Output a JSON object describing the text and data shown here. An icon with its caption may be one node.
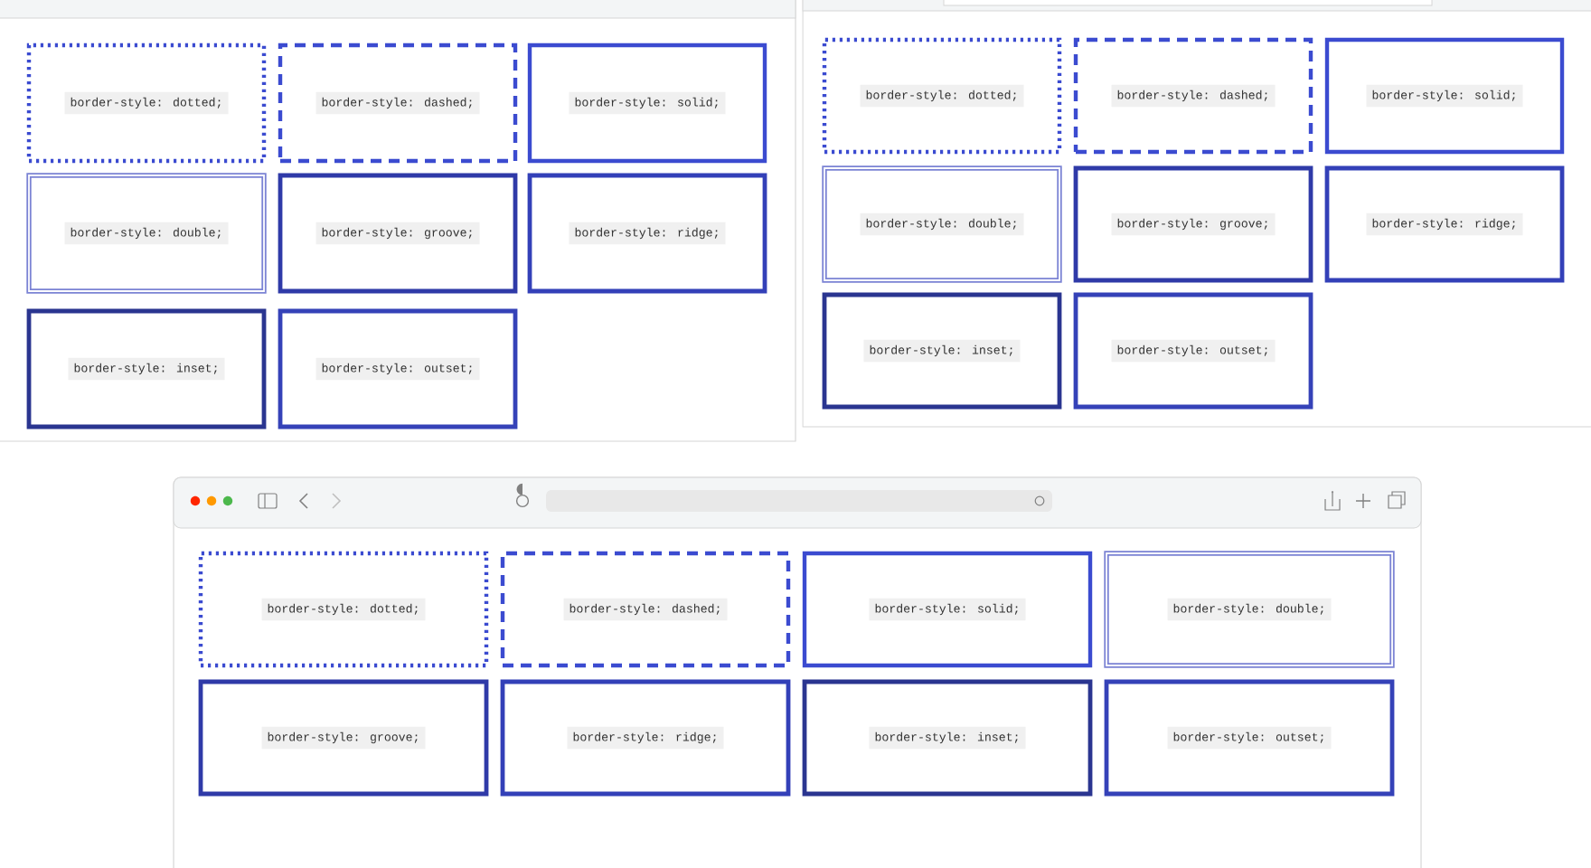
{
  "diagram": {
    "nodes": [
      {
        "text": [
          "border-style: dotted;"
        ]
      },
      {
        "text": [
          "border-style: dashed;"
        ]
      },
      {
        "text": [
          "border-style: solid;"
        ]
      },
      {
        "text": [
          "border-style: double;"
        ]
      },
      {
        "text": [
          "border-style: groove;"
        ]
      },
      {
        "text": [
          "border-style: ridge;"
        ]
      },
      {
        "text": [
          "border-style: inset;"
        ]
      },
      {
        "text": [
          "border-style: outset;"
        ]
      },
      {
        "text": [
          "border-style: dotted;"
        ]
      },
      {
        "text": [
          "border-style: dashed;"
        ]
      },
      {
        "text": [
          "border-style: solid;"
        ]
      },
      {
        "text": [
          "border-style: double;"
        ]
      },
      {
        "text": [
          "border-style: groove;"
        ]
      },
      {
        "text": [
          "border-style: ridge;"
        ]
      },
      {
        "text": [
          "border-style: inset;"
        ]
      },
      {
        "text": [
          "border-style: outset;"
        ]
      },
      {
        "text": [
          "border-style: dotted;"
        ]
      },
      {
        "text": [
          "border-style: dashed;"
        ]
      },
      {
        "text": [
          "border-style: solid;"
        ]
      },
      {
        "text": [
          "border-style: double;"
        ]
      },
      {
        "text": [
          "border-style: groove;"
        ]
      },
      {
        "text": [
          "border-style: ridge;"
        ]
      },
      {
        "text": [
          "border-style: inset;"
        ]
      },
      {
        "text": [
          "border-style: outset;"
        ]
      }
    ]
  }
}
